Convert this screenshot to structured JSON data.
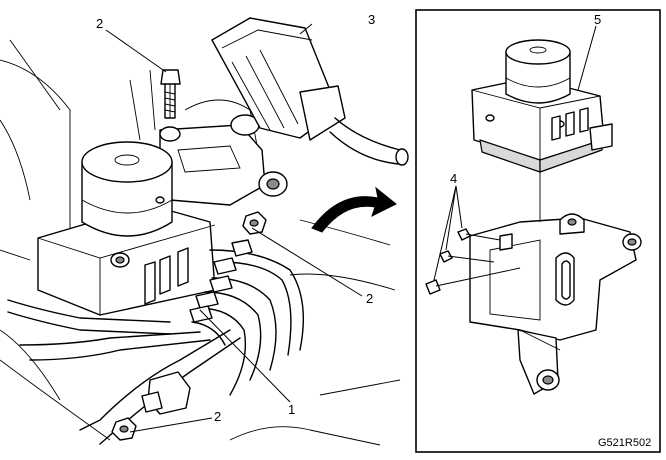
{
  "figure_id": "G521R502",
  "callouts": {
    "c1": "1",
    "c2_top": "2",
    "c2_right": "2",
    "c2_bottom": "2",
    "c3": "3",
    "c4": "4",
    "c5": "5"
  },
  "colors": {
    "line": "#000000",
    "background": "#ffffff",
    "shade": "#d9d9d9"
  }
}
